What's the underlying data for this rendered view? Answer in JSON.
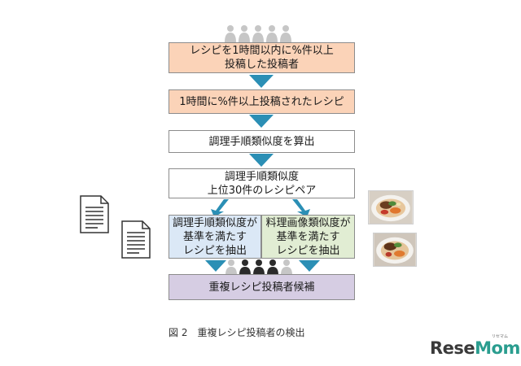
{
  "steps": {
    "step1": {
      "line1": "レシピを1時間以内に%件以上",
      "line2": "投稿した投稿者"
    },
    "step2": {
      "text": "1時間に%件以上投稿されたレシピ"
    },
    "step3": {
      "text": "調理手順類似度を算出"
    },
    "step4": {
      "line1": "調理手順類似度",
      "line2": "上位30件のレシピペア"
    },
    "step5_left": {
      "line1": "調理手順類似度が",
      "line2": "基準を満たす",
      "line3": "レシピを抽出"
    },
    "step5_right": {
      "line1": "料理画像類似度が",
      "line2": "基準を満たす",
      "line3": "レシピを抽出"
    },
    "step6": {
      "text": "重複レシピ投稿者候補"
    }
  },
  "caption": "図 2　重複レシピ投稿者の検出",
  "logo": {
    "prefix": "Rese",
    "accent": "Mom",
    "ruby": "リセマム"
  },
  "icons": [
    "people-icon",
    "document-icon",
    "food-photo-icon",
    "down-arrow-icon"
  ],
  "colors": {
    "orange_fill": "#fbd3b8",
    "blue_fill": "#dbe8f6",
    "green_fill": "#e1edd3",
    "purple_fill": "#d6cde3",
    "arrow": "#2b8fb5"
  }
}
